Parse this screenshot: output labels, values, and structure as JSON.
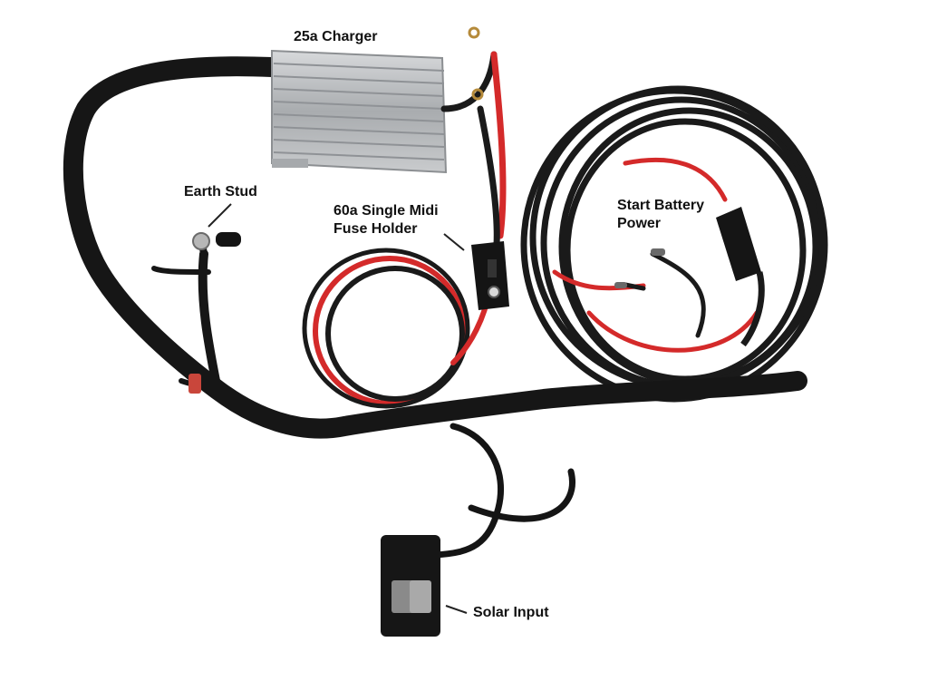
{
  "labels": {
    "charger": "25a Charger",
    "earth_stud": "Earth Stud",
    "fuse_line1": "60a Single Midi",
    "fuse_line2": "Fuse Holder",
    "start_line1": "Start Battery",
    "start_line2": "Power",
    "solar": "Solar Input"
  },
  "colors": {
    "background": "#ffffff",
    "cable_black": "#1a1a1a",
    "cable_red": "#d42a2a",
    "charger_silver": "#b9bbbd",
    "label_text": "#111111"
  },
  "objects": [
    "charger-unit",
    "earth-stud",
    "fuse-holder",
    "start-battery-cable",
    "solar-input-plug"
  ]
}
